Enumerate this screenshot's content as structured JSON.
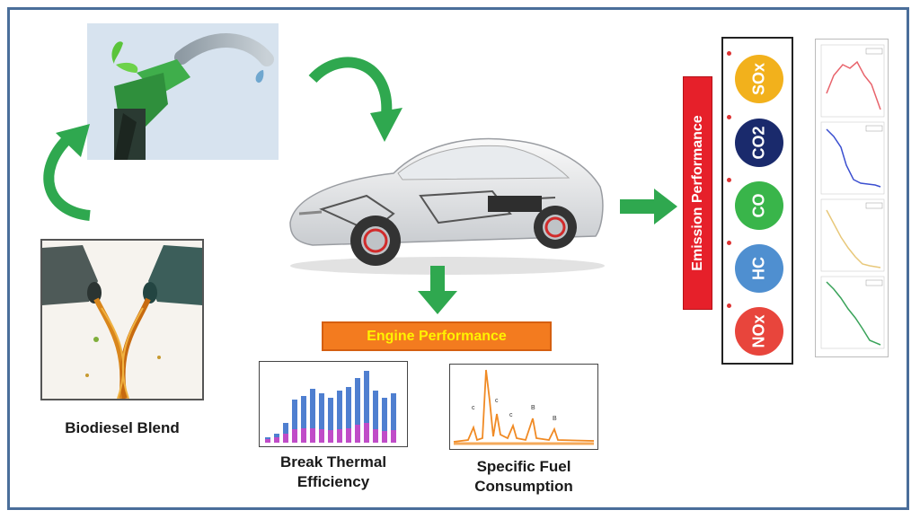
{
  "labels": {
    "biodiesel_blend": "Biodiesel Blend",
    "engine_performance": "Engine Performance",
    "brake_thermal_line1": "Break Thermal",
    "brake_thermal_line2": "Efficiency",
    "sfc_line1": "Specific Fuel",
    "sfc_line2": "Consumption",
    "emission_performance": "Emission Performance"
  },
  "emissions": [
    {
      "gas": "SOx",
      "color": "#f2b11c"
    },
    {
      "gas": "CO2",
      "color": "#1a2a6c"
    },
    {
      "gas": "CO",
      "color": "#39b54a"
    },
    {
      "gas": "HC",
      "color": "#4f8fd0"
    },
    {
      "gas": "NOx",
      "color": "#e8453c"
    }
  ],
  "colors": {
    "frame": "#4a6e9a",
    "arrow": "#2fa84f",
    "engine_box": "#f37b1f",
    "engine_text": "#fff200",
    "emission_label": "#e6202a"
  },
  "icons": [
    "fuel-nozzle-icon",
    "oil-pour-icon",
    "car-icon",
    "arrow-icon"
  ]
}
